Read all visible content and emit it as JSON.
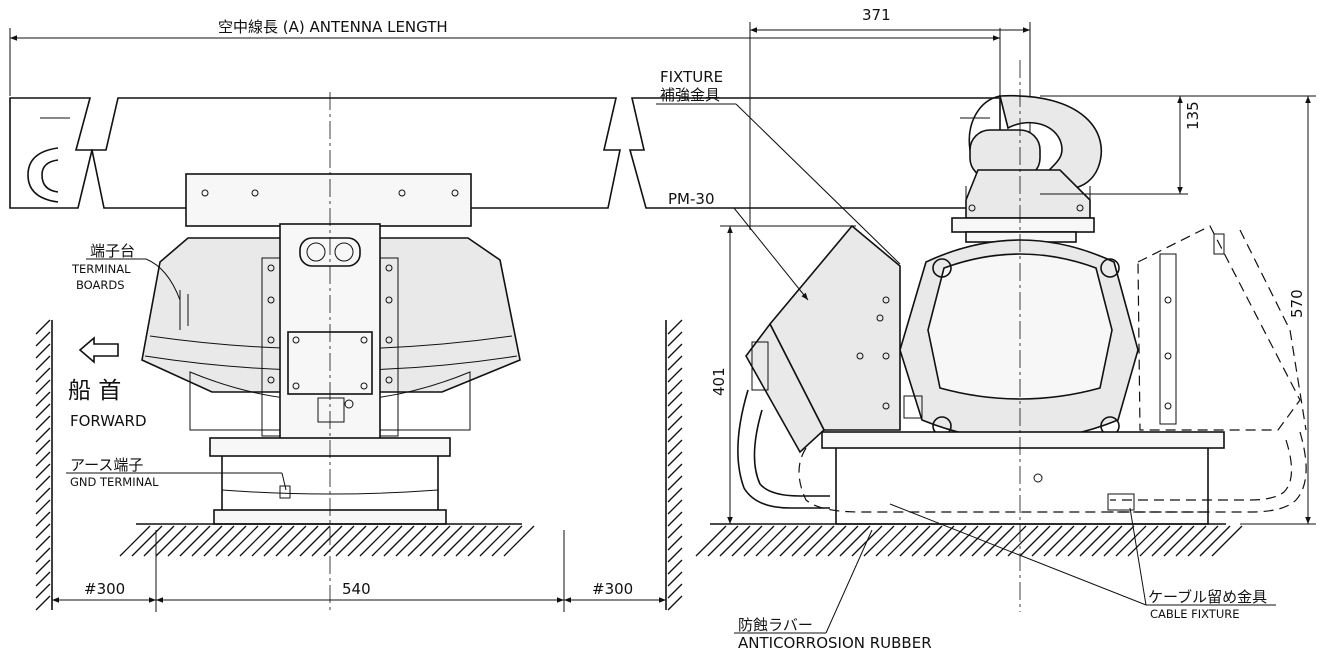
{
  "labels": {
    "antenna_length": "空中線長 (A)  ANTENNA LENGTH",
    "fixture_en": "FIXTURE",
    "fixture_ja": "補強金具",
    "pm30": "PM-30",
    "terminal_ja": "端子台",
    "terminal_en_1": "TERMINAL",
    "terminal_en_2": "BOARDS",
    "bow_ja": "船 首",
    "forward": "FORWARD",
    "gnd_ja": "アース端子",
    "gnd_en": "GND TERMINAL",
    "cable_ja": "ケーブル留め金具",
    "cable_en": "CABLE FIXTURE",
    "rubber_ja": "防蝕ラバー",
    "rubber_en": "ANTICORROSION RUBBER"
  },
  "dimensions": {
    "clearance_left": "#300",
    "base_width": "540",
    "clearance_right": "#300",
    "side_width": "371",
    "top_height": "135",
    "side_height_left": "401",
    "total_height": "570"
  },
  "icons": {
    "forward_arrow": "hollow-left-arrow"
  }
}
